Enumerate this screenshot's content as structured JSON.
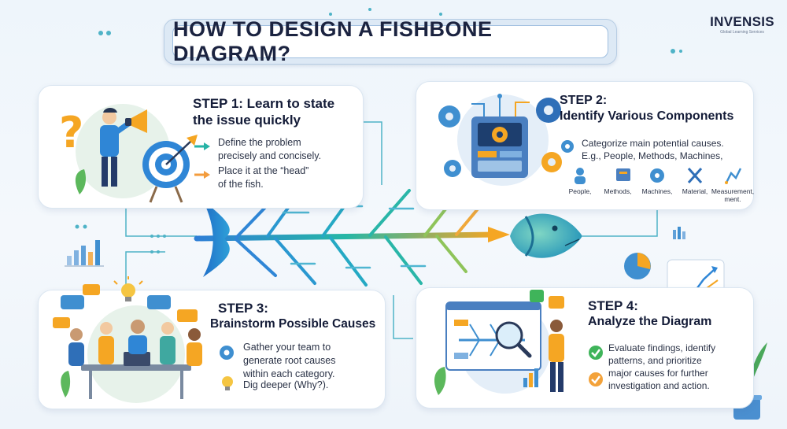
{
  "title": "HOW TO DESIGN A FISHBONE DIAGRAM?",
  "brand": {
    "name": "INVENSIS",
    "tagline": "Global Learning Services"
  },
  "steps": [
    {
      "heading_line1": "STEP 1: Learn to state",
      "heading_line2": "the issue quickly",
      "bullets": [
        {
          "line1": "Define the problem",
          "line2": "precisely and concisely."
        },
        {
          "line1": "Place it at the “head”",
          "line2": "of the fish."
        }
      ]
    },
    {
      "heading_line1": "STEP 2:",
      "heading_line2": "Identify Various Components",
      "bullets": [
        {
          "line1": "Categorize main potential causes.",
          "line2": "E.g., People, Methods, Machines,"
        }
      ],
      "categories": [
        "People,",
        "Methods,",
        "Machines,",
        "Material,",
        "Measurement,"
      ],
      "categories_extra": "ment."
    },
    {
      "heading_line1": "STEP 3:",
      "heading_line2": "Brainstorm Possible Causes",
      "bullets": [
        {
          "line1": "Gather your team to",
          "line2": "generate root causes",
          "line3": "within each category."
        },
        {
          "line1": "Dig deeper (Why?)."
        }
      ]
    },
    {
      "heading_line1": "STEP 4:",
      "heading_line2": "Analyze the Diagram",
      "bullets": [
        {
          "line1": "Evaluate findings, identify",
          "line2": "patterns, and prioritize"
        },
        {
          "line1": "major causes for further",
          "line2": "investigation and action."
        }
      ]
    }
  ],
  "colors": {
    "title_text": "#1b2340",
    "fish_start": "#2f7fd6",
    "fish_mid": "#26b7a6",
    "fish_end": "#f5a623",
    "arrow_teal": "#27b3a6",
    "arrow_orange": "#f39c3d",
    "check_green": "#3fb45a",
    "check_orange": "#f3a23a"
  },
  "icons": [
    "megaphone-icon",
    "question-mark-icon",
    "target-icon",
    "gear-icon",
    "machine-icon",
    "lightbulb-icon",
    "magnifier-icon",
    "check-icon",
    "plant-icon",
    "bar-chart-icon",
    "pie-chart-icon",
    "line-chart-icon"
  ]
}
